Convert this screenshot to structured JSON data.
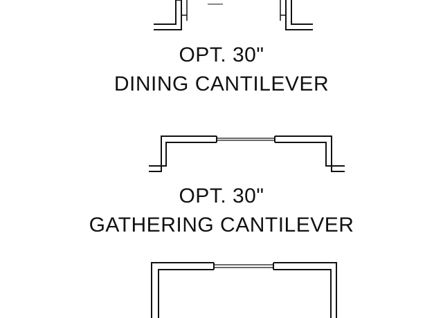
{
  "page": {
    "background": "#ffffff",
    "line_color": "#111111"
  },
  "plans": [
    {
      "id": "dining",
      "option_label": "OPT. 30\"",
      "name_label": "DINING CANTILEVER"
    },
    {
      "id": "gathering",
      "option_label": "OPT. 30\"",
      "name_label": "GATHERING CANTILEVER"
    }
  ]
}
